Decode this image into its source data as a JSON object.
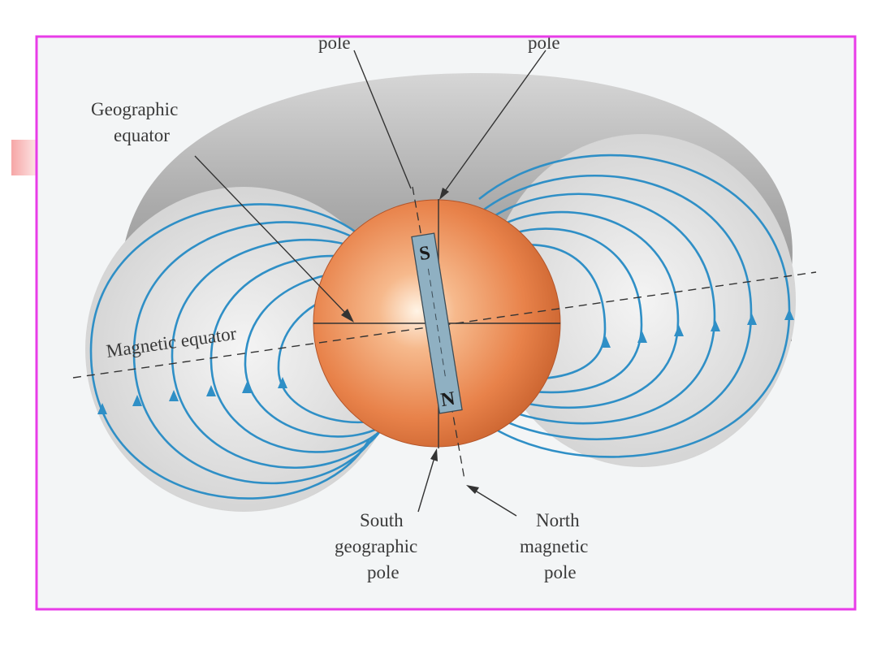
{
  "labels": {
    "top_pole_left": "pole",
    "top_pole_right": "pole",
    "geographic_equator_line1": "Geographic",
    "geographic_equator_line2": "equator",
    "magnetic_equator": "Magnetic equator",
    "south_geo_line1": "South",
    "south_geo_line2": "geographic",
    "south_geo_line3": "pole",
    "north_mag_line1": "North",
    "north_mag_line2": "magnetic",
    "north_mag_line3": "pole"
  },
  "magnet": {
    "top_letter": "S",
    "bottom_letter": "N"
  },
  "colors": {
    "frame": "#e83ce8",
    "field_lines": "#2f8fc6",
    "earth": "#e8824a",
    "magnet": "#8fb0c2",
    "halo": "#c8c8c8"
  }
}
